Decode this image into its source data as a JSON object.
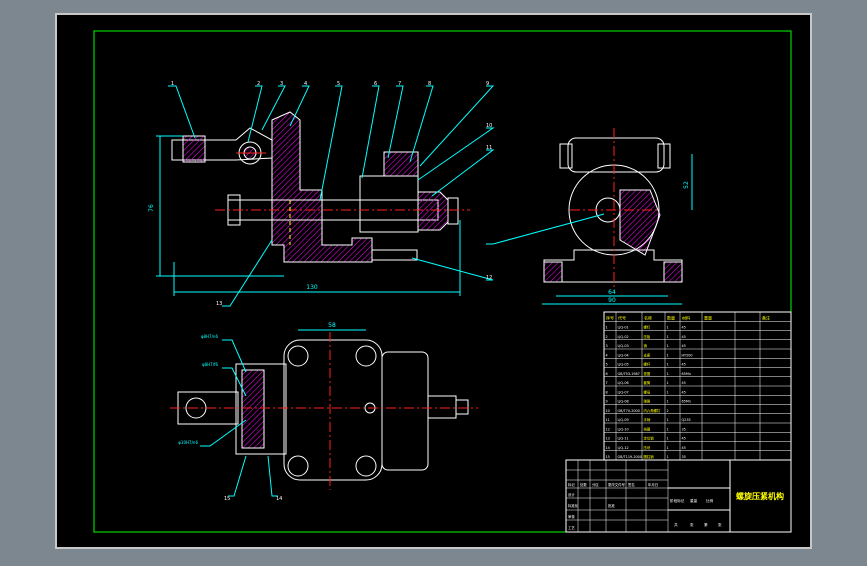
{
  "colors": {
    "app_bg": "#7d8790",
    "sheet_bg": "#000000",
    "sheet_border": "#c8c8c8",
    "frame": "#00ff00",
    "outline": "#ffffff",
    "hatch": "#ff00ff",
    "dimension": "#00ffff",
    "leader": "#00ffff",
    "centerline": "#ff2020",
    "hidden": "#ffff00",
    "text_yellow": "#ffff00"
  },
  "front_view": {
    "balloons": [
      "1",
      "2",
      "3",
      "4",
      "5",
      "6",
      "7",
      "8",
      "9",
      "10",
      "11",
      "12",
      "13"
    ],
    "dim_overall_length": "130",
    "dim_height": "76"
  },
  "side_view": {
    "dim_height": "52",
    "dim_width": "90",
    "dim_base": "64"
  },
  "top_view": {
    "dim_width": "58",
    "fit_labels": [
      "φ8H7/n6",
      "φ8H7/f6",
      "φ10H7/n6"
    ],
    "balloons": [
      "15",
      "14"
    ]
  },
  "bom": {
    "headers": [
      "序号",
      "代号",
      "名称",
      "数量",
      "材料",
      "重量",
      "备注"
    ],
    "rows": [
      [
        "1",
        "LJQ-01",
        "螺钉",
        "1",
        "45",
        "",
        ""
      ],
      [
        "2",
        "LJQ-02",
        "压板",
        "1",
        "45",
        "",
        ""
      ],
      [
        "3",
        "LJQ-03",
        "销",
        "1",
        "45",
        "",
        ""
      ],
      [
        "4",
        "LJQ-04",
        "支座",
        "1",
        "HT200",
        "",
        ""
      ],
      [
        "5",
        "LJQ-05",
        "螺杆",
        "1",
        "45",
        "",
        ""
      ],
      [
        "6",
        "GB/T93-1987",
        "垫圈",
        "1",
        "65Mn",
        "",
        ""
      ],
      [
        "7",
        "LJQ-06",
        "套筒",
        "1",
        "45",
        "",
        ""
      ],
      [
        "8",
        "LJQ-07",
        "螺母",
        "1",
        "45",
        "",
        ""
      ],
      [
        "9",
        "LJQ-08",
        "弹簧",
        "1",
        "65Mn",
        "",
        ""
      ],
      [
        "10",
        "GB/T70-2000",
        "内六角螺钉",
        "2",
        "",
        "",
        ""
      ],
      [
        "11",
        "LJQ-09",
        "手柄",
        "1",
        "Q235",
        "",
        ""
      ],
      [
        "12",
        "LJQ-10",
        "挡圈",
        "1",
        "35",
        "",
        ""
      ],
      [
        "13",
        "LJQ-11",
        "定位销",
        "1",
        "45",
        "",
        ""
      ],
      [
        "14",
        "LJQ-12",
        "压块",
        "1",
        "45",
        "",
        ""
      ],
      [
        "15",
        "GB/T119-2000",
        "圆柱销",
        "1",
        "35",
        "",
        ""
      ]
    ]
  },
  "title_block": {
    "title": "螺旋压紧机构",
    "grid_labels": [
      "标记",
      "处数",
      "分区",
      "更改文件号",
      "签名",
      "年月日",
      "设计",
      "标准化",
      "审核",
      "工艺",
      "批准"
    ],
    "side_labels": [
      "阶段标记",
      "重量",
      "比例"
    ],
    "bottom_labels": [
      "共",
      "张",
      "第",
      "张"
    ]
  }
}
